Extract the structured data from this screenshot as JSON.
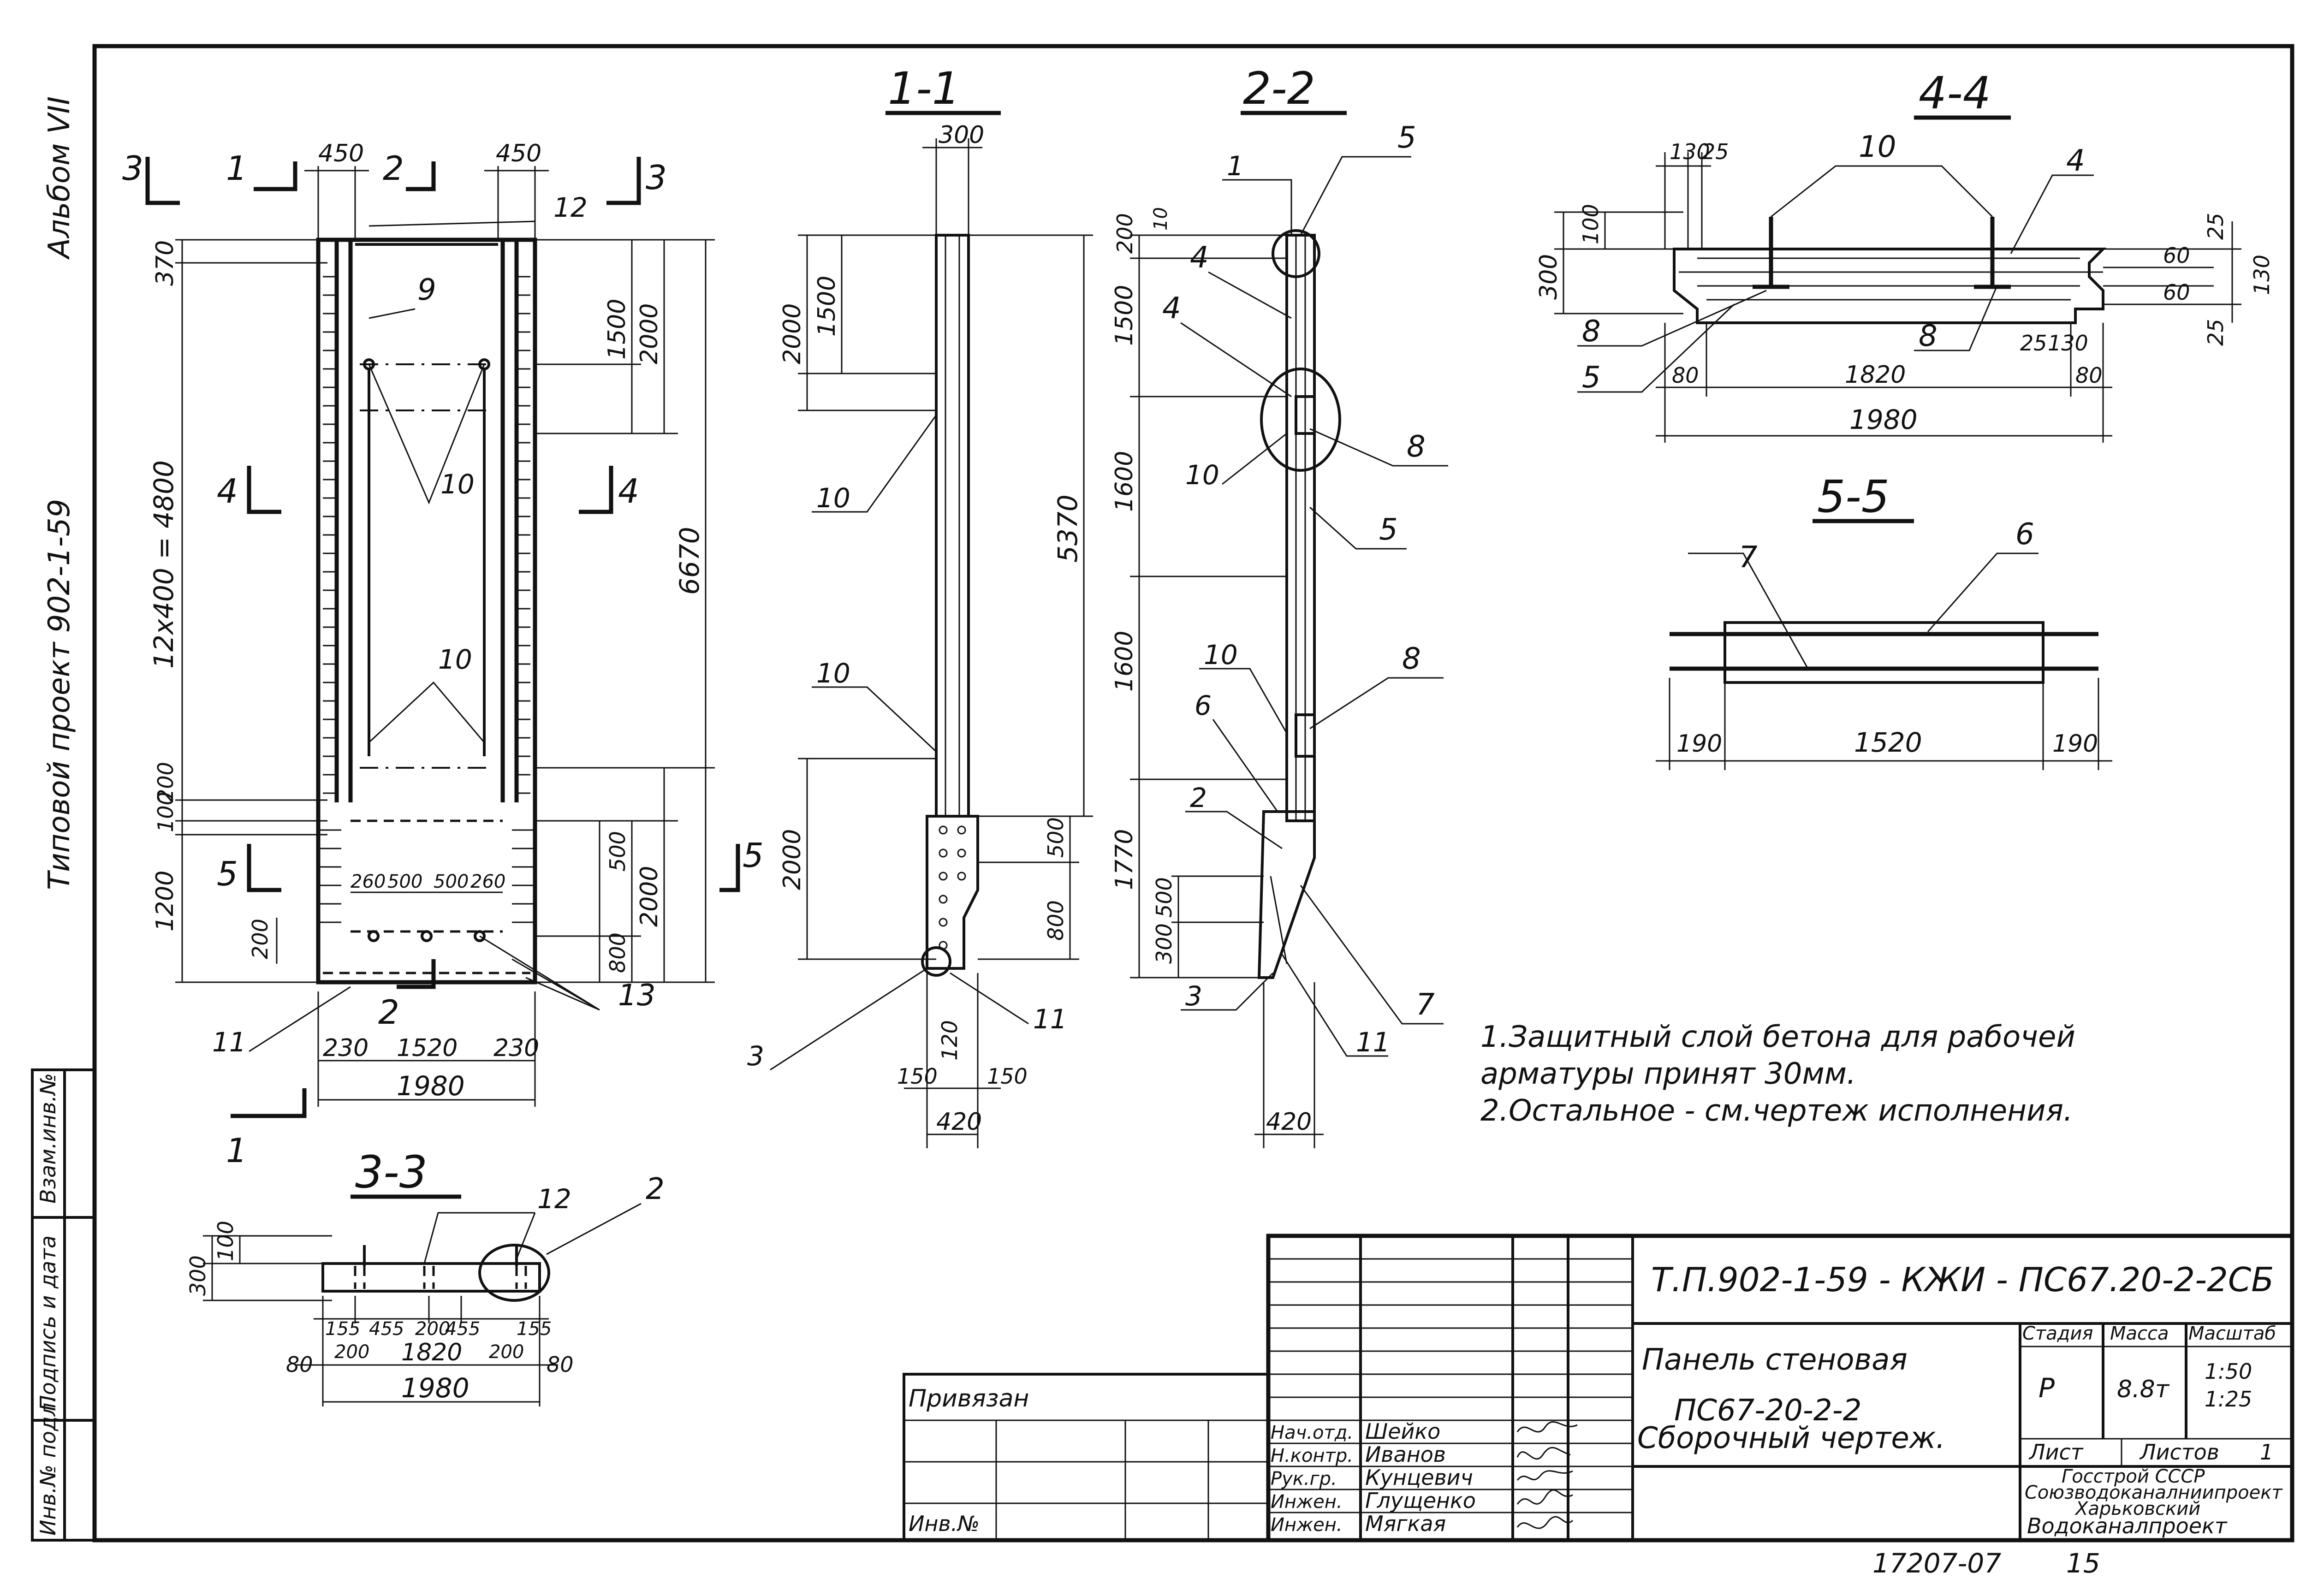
{
  "side": {
    "album": "Альбом VII",
    "project": "Типовой проект 902-1-59"
  },
  "sections": {
    "s11": "1-1",
    "s22": "2-2",
    "s33": "3-3",
    "s44": "4-4",
    "s55": "5-5"
  },
  "cut_marks": {
    "one": "1",
    "two": "2",
    "three": "3",
    "four": "4",
    "five": "5"
  },
  "plan_dims": {
    "d450": "450",
    "d370": "370",
    "d1500": "1500",
    "d2000": "2000",
    "d6670": "6670",
    "d12x400": "12x400 = 4800",
    "d200": "200",
    "d100": "100",
    "d1200": "1200",
    "d500": "500",
    "d800": "800",
    "d260": "260",
    "d230": "230",
    "d1520": "1520",
    "d1980": "1980"
  },
  "s11_dims": {
    "d300": "300",
    "d2000": "2000",
    "d1500": "1500",
    "d5370": "5370",
    "d500": "500",
    "d800": "800",
    "d150": "150",
    "d120": "120",
    "d420": "420"
  },
  "s22_dims": {
    "d200": "200",
    "d10": "10",
    "d1500": "1500",
    "d1600": "1600",
    "d1770": "1770",
    "d500": "500",
    "d300": "300",
    "d420": "420"
  },
  "s44_dims": {
    "d130": "130",
    "d25": "25",
    "d100": "100",
    "d300": "300",
    "d60": "60",
    "d80": "80",
    "d1820": "1820",
    "d1980": "1980"
  },
  "s55_dims": {
    "d190": "190",
    "d1520": "1520"
  },
  "s33_dims": {
    "d100": "100",
    "d300": "300",
    "d155": "155",
    "d455": "455",
    "d200": "200",
    "d80": "80",
    "d1820": "1820",
    "d1980": "1980"
  },
  "leaders": {
    "n2": "2",
    "n3": "3",
    "n4": "4",
    "n5": "5",
    "n6": "6",
    "n7": "7",
    "n8": "8",
    "n9": "9",
    "n10": "10",
    "n11": "11",
    "n12": "12",
    "n13": "13"
  },
  "notes": {
    "line1": "1.Защитный слой бетона для рабочей",
    "line2": "арматуры принят 30мм.",
    "line3": "2.Остальное - см.чертеж исполнения."
  },
  "left_strip": {
    "c1": "Взам.инв.№",
    "c2": "Подпись и дата",
    "c3": "Инв.№ подл."
  },
  "title_block": {
    "code": "Т.П.902-1-59 - КЖИ - ПС67.20-2-2СБ",
    "name_line1": "Панель стеновая",
    "name_line2": "ПС67-20-2-2",
    "name_line3": "Сборочный чертеж.",
    "stage_header": "Стадия",
    "mass_header": "Масса",
    "scale_header": "Масштаб",
    "stage": "Р",
    "mass": "8.8т",
    "scale1": "1:50",
    "scale2": "1:25",
    "sheet_label": "Лист",
    "sheets_label": "Листов",
    "sheets_count": "1",
    "org1": "Госстрой СССР",
    "org2": "Союзводоканалниипроект",
    "org3": "Харьковский",
    "org4": "Водоканалпроект",
    "privyazan": "Привязан",
    "inv": "Инв.№",
    "roles": [
      "Нач.отд.",
      "Н.контр.",
      "Рук.гр.",
      "Инжен.",
      "Инжен."
    ],
    "names": [
      "Шейко",
      "Иванов",
      "Кунцевич",
      "Глущенко",
      "Мягкая"
    ]
  },
  "footer": {
    "number": "17207-07",
    "sheet": "15"
  }
}
